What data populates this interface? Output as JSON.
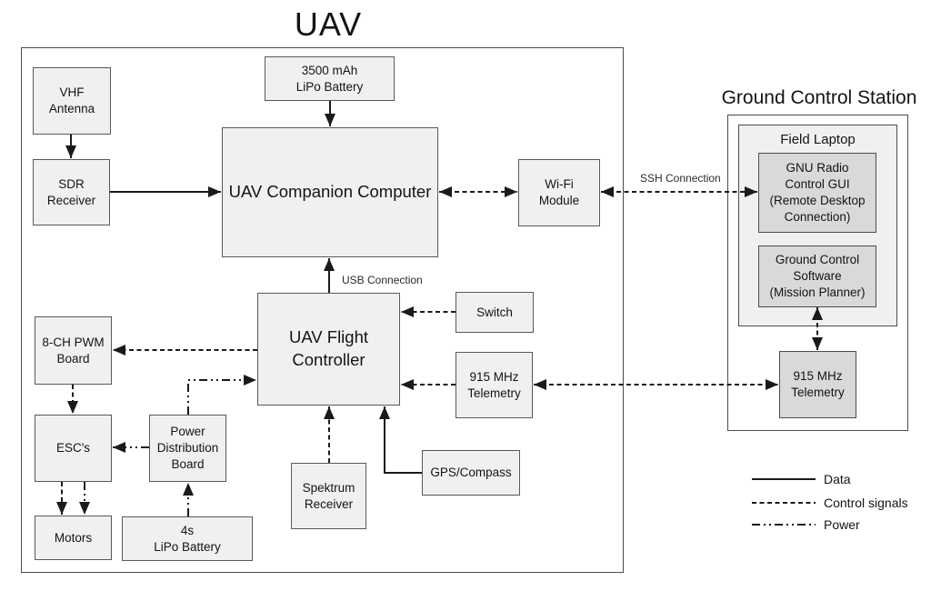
{
  "colors": {
    "background": "#ffffff",
    "node_fill": "#f0f0ef",
    "node_fill_dark": "#d9d9d8",
    "border": "#4d4d4d",
    "line": "#1a1a1a"
  },
  "uav": {
    "title": "UAV",
    "nodes": {
      "vhf_antenna": "VHF\nAntenna",
      "sdr_receiver": "SDR\nReceiver",
      "lipo_3500": "3500 mAh\nLiPo Battery",
      "companion_computer": "UAV Companion Computer",
      "wifi_module": "Wi-Fi\nModule",
      "flight_controller": "UAV Flight\nController",
      "switch": "Switch",
      "telemetry_915": "915 MHz\nTelemetry",
      "pwm_board": "8-CH PWM\nBoard",
      "escs": "ESC's",
      "motors": "Motors",
      "power_distribution_board": "Power\nDistribution\nBoard",
      "lipo_4s": "4s\nLiPo Battery",
      "spektrum_receiver": "Spektrum\nReceiver",
      "gps_compass": "GPS/Compass"
    }
  },
  "gcs": {
    "title": "Ground Control Station",
    "field_laptop_label": "Field Laptop",
    "nodes": {
      "gnu_radio": "GNU Radio\nControl GUI\n(Remote Desktop\nConnection)",
      "ground_control_software": "Ground Control\nSoftware\n(Mission Planner)",
      "telemetry_915": "915 MHz\nTelemetry"
    }
  },
  "edge_labels": {
    "usb": "USB Connection",
    "ssh": "SSH Connection"
  },
  "legend": {
    "data": "Data",
    "control_signals": "Control signals",
    "power": "Power"
  }
}
